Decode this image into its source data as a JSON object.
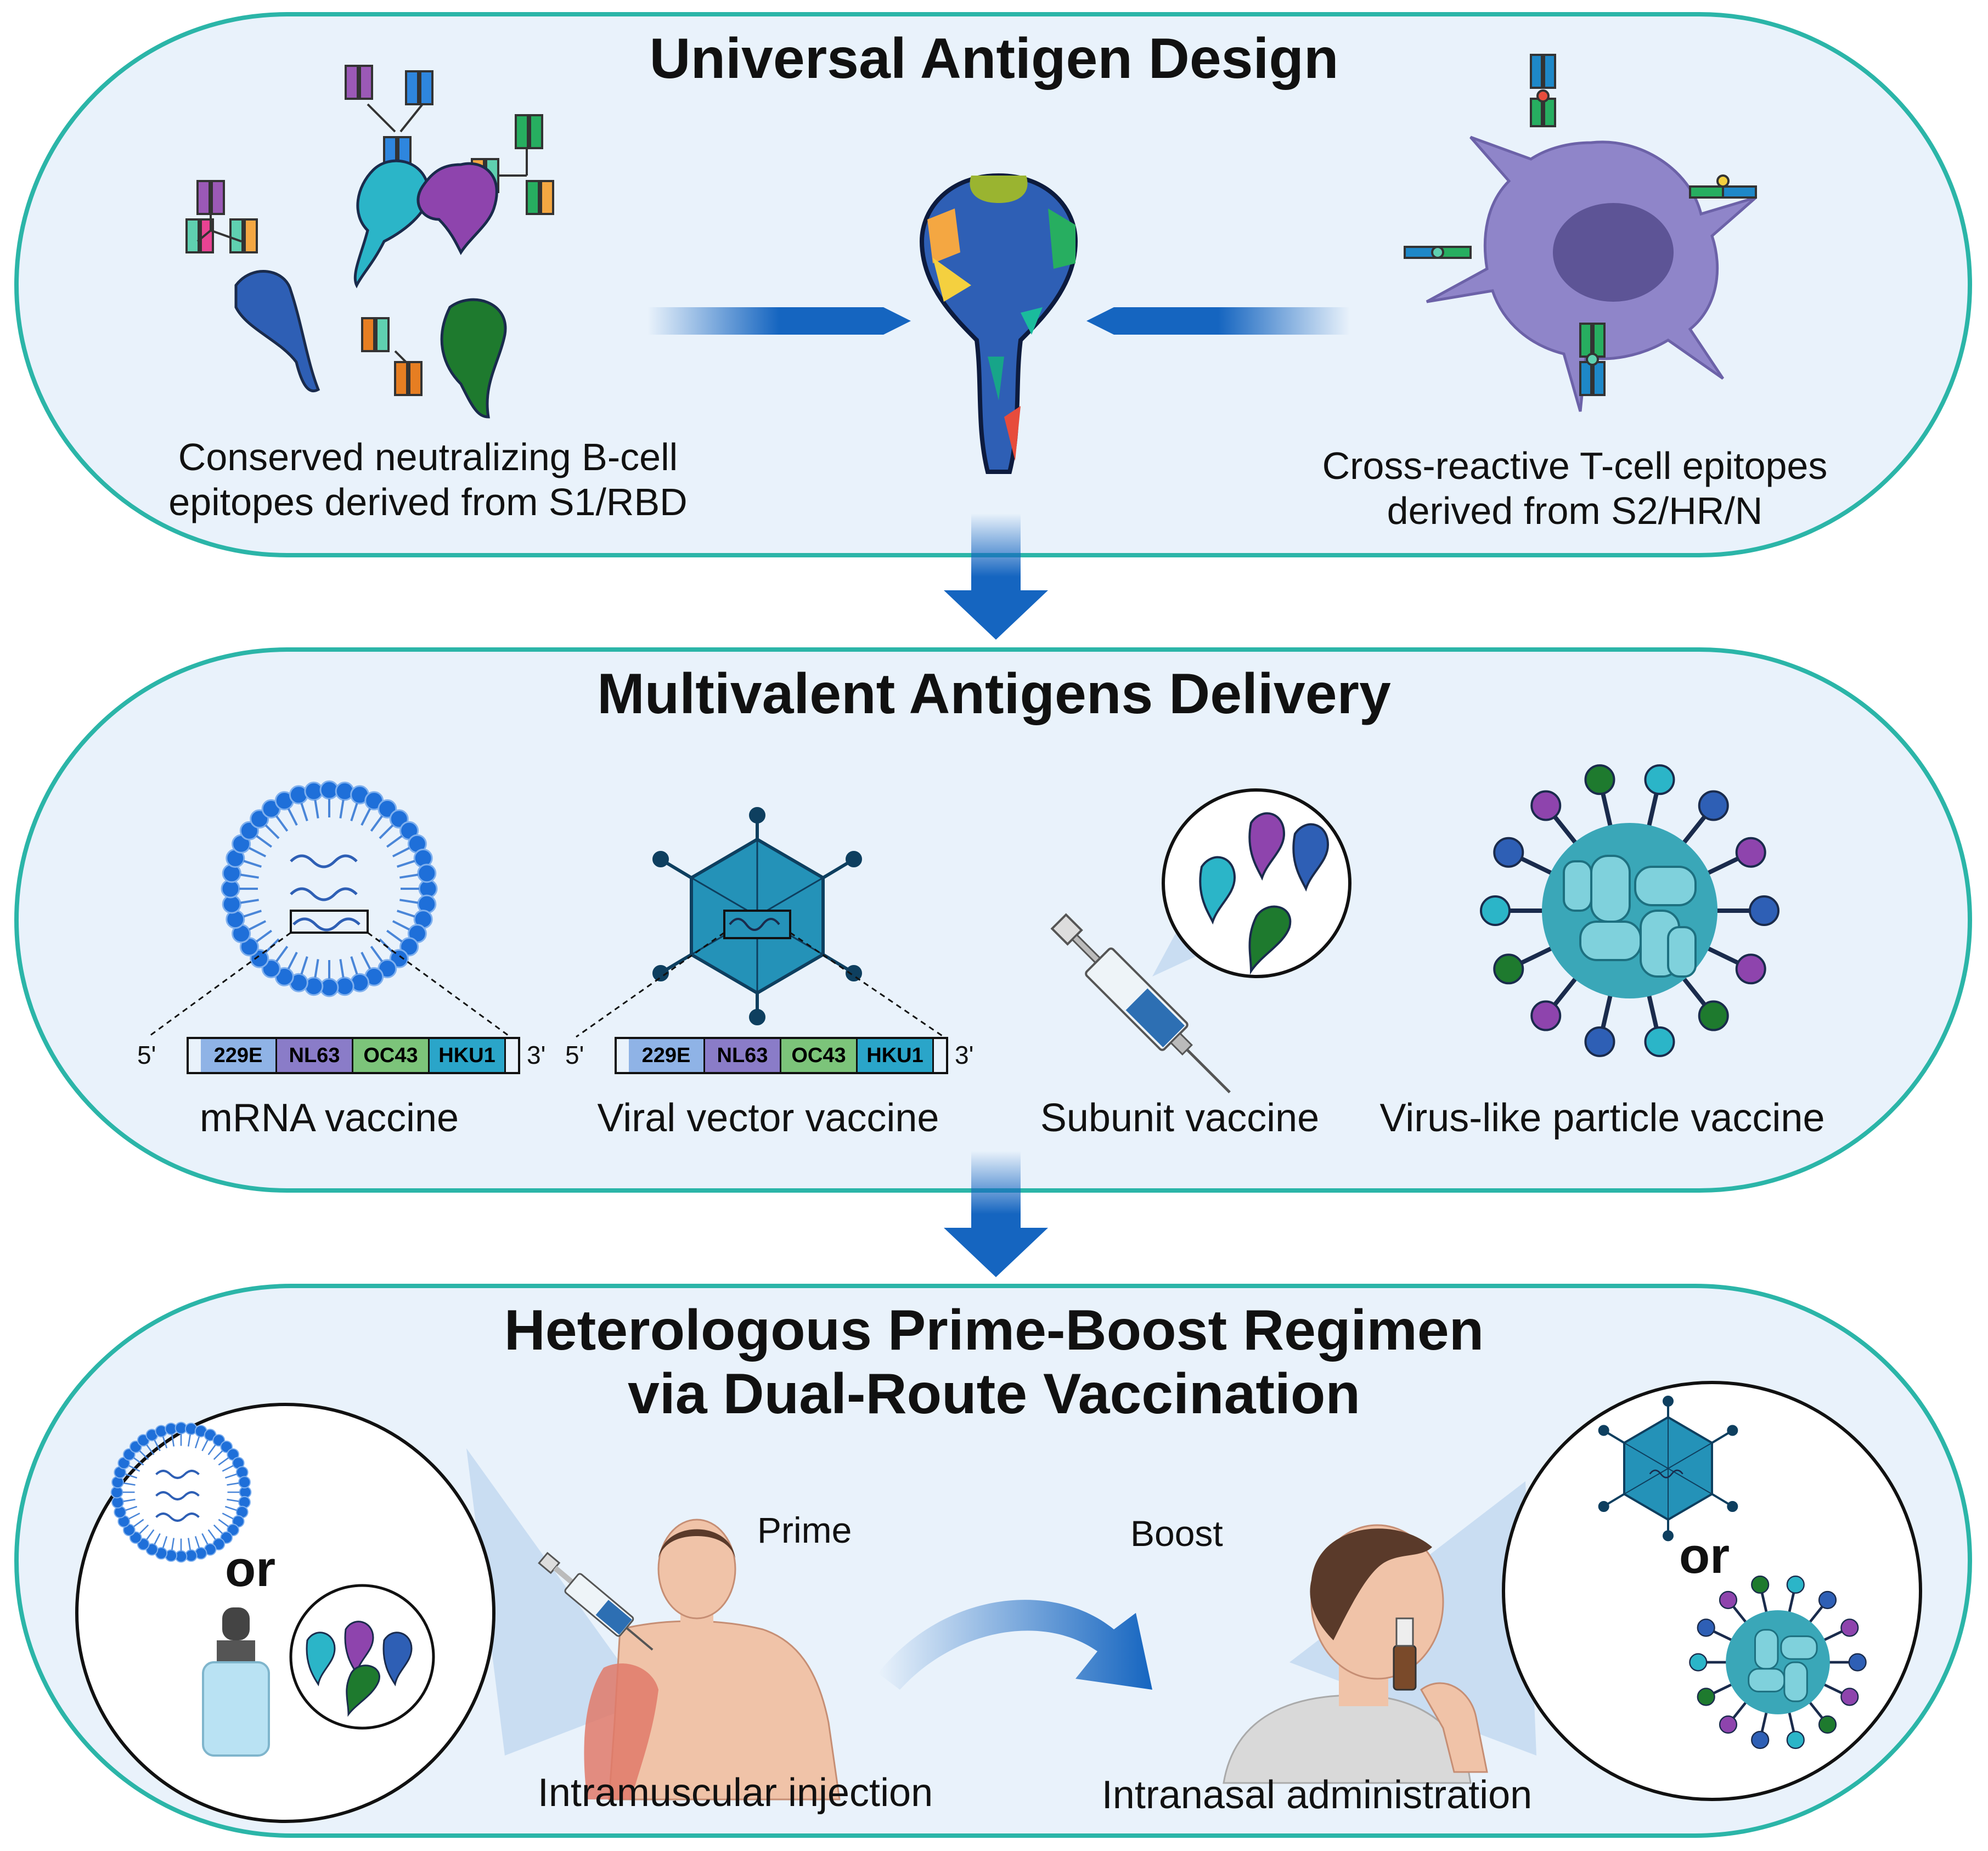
{
  "panels": [
    {
      "title": "Universal Antigen Design",
      "left_caption": [
        "Conserved neutralizing B-cell",
        "epitopes derived from S1/RBD"
      ],
      "right_caption": [
        "Cross-reactive T-cell epitopes",
        "derived from S2/HR/N"
      ]
    },
    {
      "title": "Multivalent Antigens Delivery",
      "platforms": [
        "mRNA vaccine",
        "Viral vector vaccine",
        "Subunit vaccine",
        "Virus-like particle vaccine"
      ],
      "construct": {
        "five_prime": "5'",
        "three_prime": "3'",
        "segments": [
          "229E",
          "NL63",
          "OC43",
          "HKU1"
        ]
      }
    },
    {
      "title_lines": [
        "Heterologous Prime-Boost Regimen",
        "via Dual-Route Vaccination"
      ],
      "or_word": "or",
      "prime_label": "Prime",
      "boost_label": "Boost",
      "prime_route": "Intramuscular injection",
      "boost_route": "Intranasal administration"
    }
  ],
  "colors": {
    "panel_border": "#2bb5a8",
    "panel_fill": "#e9f2fb",
    "arrow": "#1565c0",
    "segment_229E": "#8fb3e6",
    "segment_NL63": "#8a7cc8",
    "segment_OC43": "#7cc47a",
    "segment_HKU1": "#2aa5c9"
  }
}
